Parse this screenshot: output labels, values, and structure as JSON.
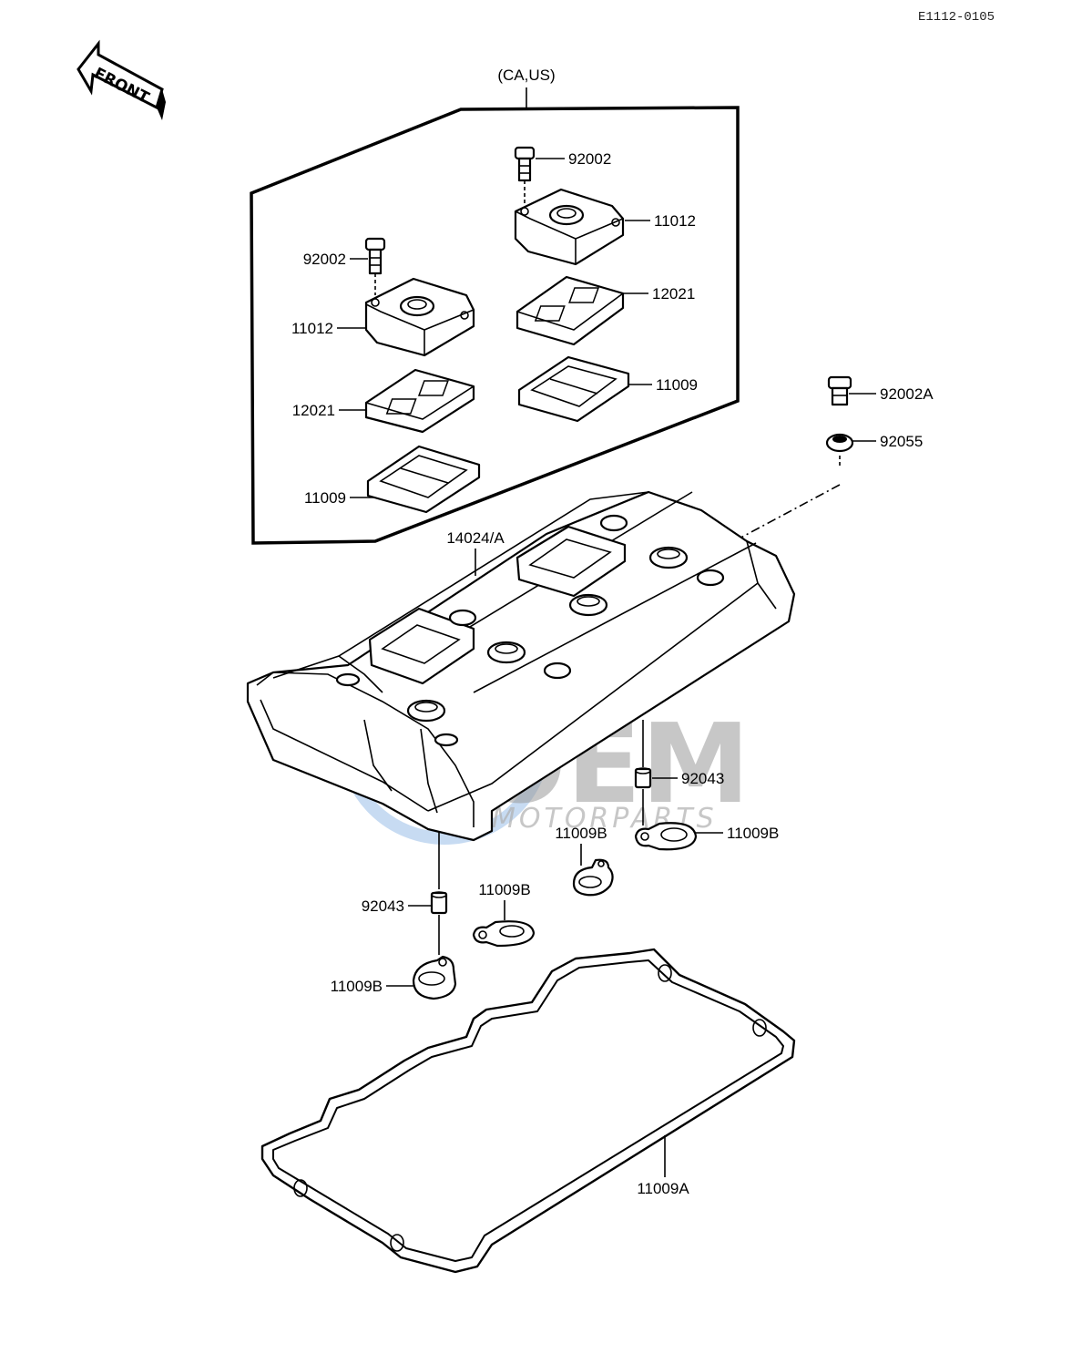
{
  "drawing_code": "E1112-0105",
  "front_arrow_label": "FRONT",
  "group_label": "(CA,US)",
  "watermark": {
    "logo_text": "OEM",
    "sub_text": "MOTORPARTS"
  },
  "colors": {
    "line": "#000000",
    "watermark_gray": "#9a9a9a",
    "watermark_blue": "#8fb7e6"
  },
  "parts": [
    {
      "id": "p1",
      "number": "92002"
    },
    {
      "id": "p2",
      "number": "11012"
    },
    {
      "id": "p3",
      "number": "92002"
    },
    {
      "id": "p4",
      "number": "11012"
    },
    {
      "id": "p5",
      "number": "12021"
    },
    {
      "id": "p6",
      "number": "11009"
    },
    {
      "id": "p7",
      "number": "12021"
    },
    {
      "id": "p8",
      "number": "11009"
    },
    {
      "id": "p9",
      "number": "92002A"
    },
    {
      "id": "p10",
      "number": "92055"
    },
    {
      "id": "p11",
      "number": "14024/A"
    },
    {
      "id": "p12",
      "number": "92043"
    },
    {
      "id": "p13",
      "number": "11009B"
    },
    {
      "id": "p14",
      "number": "11009B"
    },
    {
      "id": "p15",
      "number": "11009B"
    },
    {
      "id": "p16",
      "number": "92043"
    },
    {
      "id": "p17",
      "number": "11009B"
    },
    {
      "id": "p18",
      "number": "11009A"
    }
  ]
}
